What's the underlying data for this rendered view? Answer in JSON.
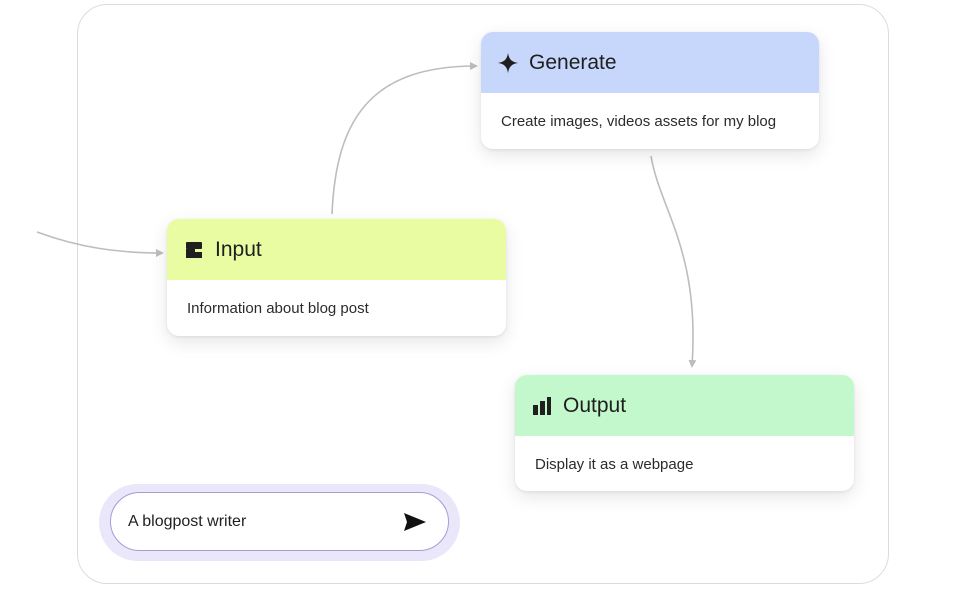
{
  "nodes": {
    "generate": {
      "title": "Generate",
      "description": "Create images, videos assets for my blog",
      "icon": "sparkle-icon",
      "header_color": "#c7d7fb"
    },
    "input": {
      "title": "Input",
      "description": "Information about blog post",
      "icon": "input-icon",
      "header_color": "#e9fca1"
    },
    "output": {
      "title": "Output",
      "description": "Display it as a webpage",
      "icon": "output-icon",
      "header_color": "#c3f7cc"
    }
  },
  "prompt": {
    "text": "A blogpost writer",
    "icon": "send-icon"
  },
  "colors": {
    "edge": "#bdbdbd",
    "prompt_border": "#a99bd6",
    "prompt_halo": "#ebe7fb"
  }
}
